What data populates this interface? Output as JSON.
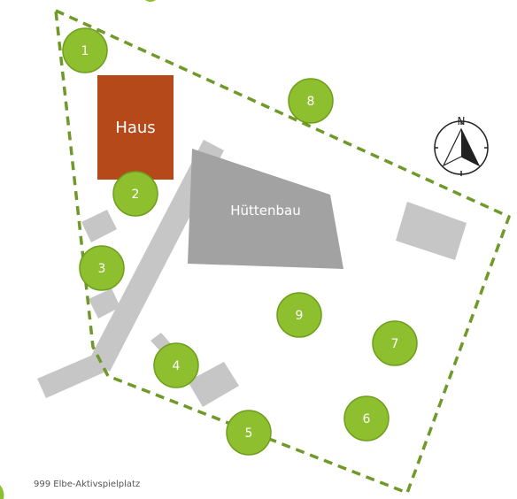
{
  "map": {
    "buildings": {
      "haus": "Haus",
      "huettenbau": "Hüttenbau"
    },
    "markers": [
      "1",
      "2",
      "3",
      "4",
      "5",
      "6",
      "7",
      "8",
      "9"
    ],
    "compass": {
      "north_label": "N"
    },
    "footer": "999 Elbe-Aktivspielplatz",
    "colors": {
      "marker_fill": "#8dbf2f",
      "marker_stroke": "#6f9e1d",
      "boundary": "#6f9a2a",
      "haus": "#b5491a",
      "huettenbau": "#a2a2a2",
      "structures": "#c6c6c6"
    }
  }
}
